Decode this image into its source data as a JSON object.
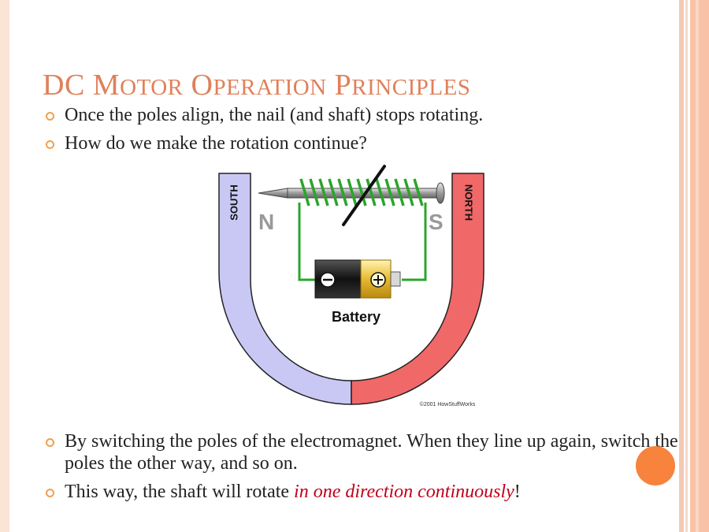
{
  "slide": {
    "title_words": [
      {
        "cap": "DC",
        "rest": ""
      },
      {
        "cap": "M",
        "rest": "OTOR"
      },
      {
        "cap": "O",
        "rest": "PERATION"
      },
      {
        "cap": "P",
        "rest": "RINCIPLES"
      }
    ],
    "bullets_top": [
      "Once the poles align, the nail (and shaft) stops rotating.",
      "How do we make the rotation continue?"
    ],
    "bullets_bottom": [
      {
        "text": "By switching the poles of the electromagnet. When they line up again, switch the poles the other way, and so on."
      },
      {
        "text_before": "This way, the shaft will rotate ",
        "emphasis": "in one direction continuously",
        "text_after": "!"
      }
    ]
  },
  "figure": {
    "south_label": "SOUTH",
    "north_label": "NORTH",
    "n_label": "N",
    "s_label": "S",
    "battery_label": "Battery",
    "minus_symbol": "⊖",
    "plus_symbol": "⊕",
    "copyright": "©2001 HowStuffWorks"
  },
  "colors": {
    "title": "#e0805a",
    "bullet": "#f0a050",
    "emphasis": "#c0001a",
    "magnet_south": "#c9c8f5",
    "magnet_north": "#f06868",
    "coil": "#2aa52a",
    "accent_circle": "#f7833d"
  }
}
